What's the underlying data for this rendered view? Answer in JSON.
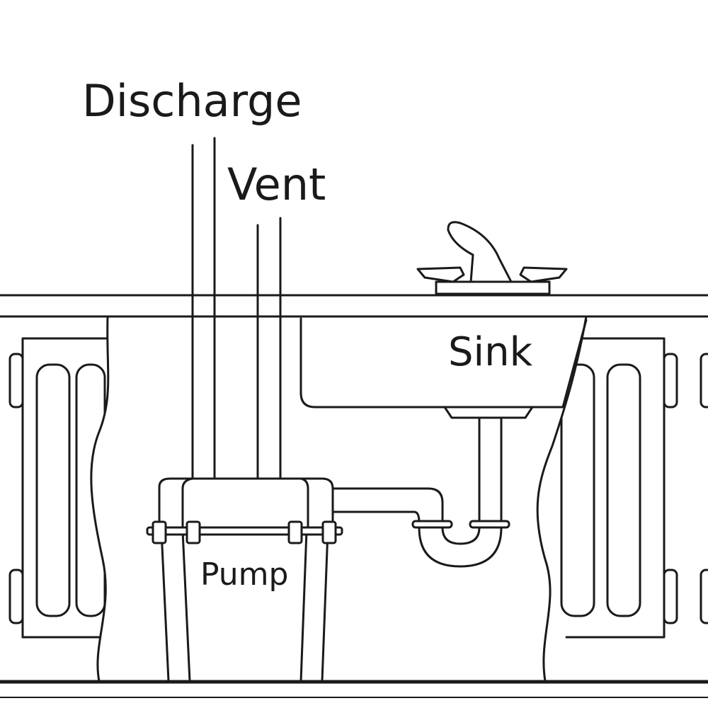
{
  "labels": {
    "discharge": "Discharge",
    "vent": "Vent",
    "sink": "Sink",
    "pump": "Pump"
  },
  "colors": {
    "line": "#1a1a1a",
    "background": "#ffffff"
  }
}
